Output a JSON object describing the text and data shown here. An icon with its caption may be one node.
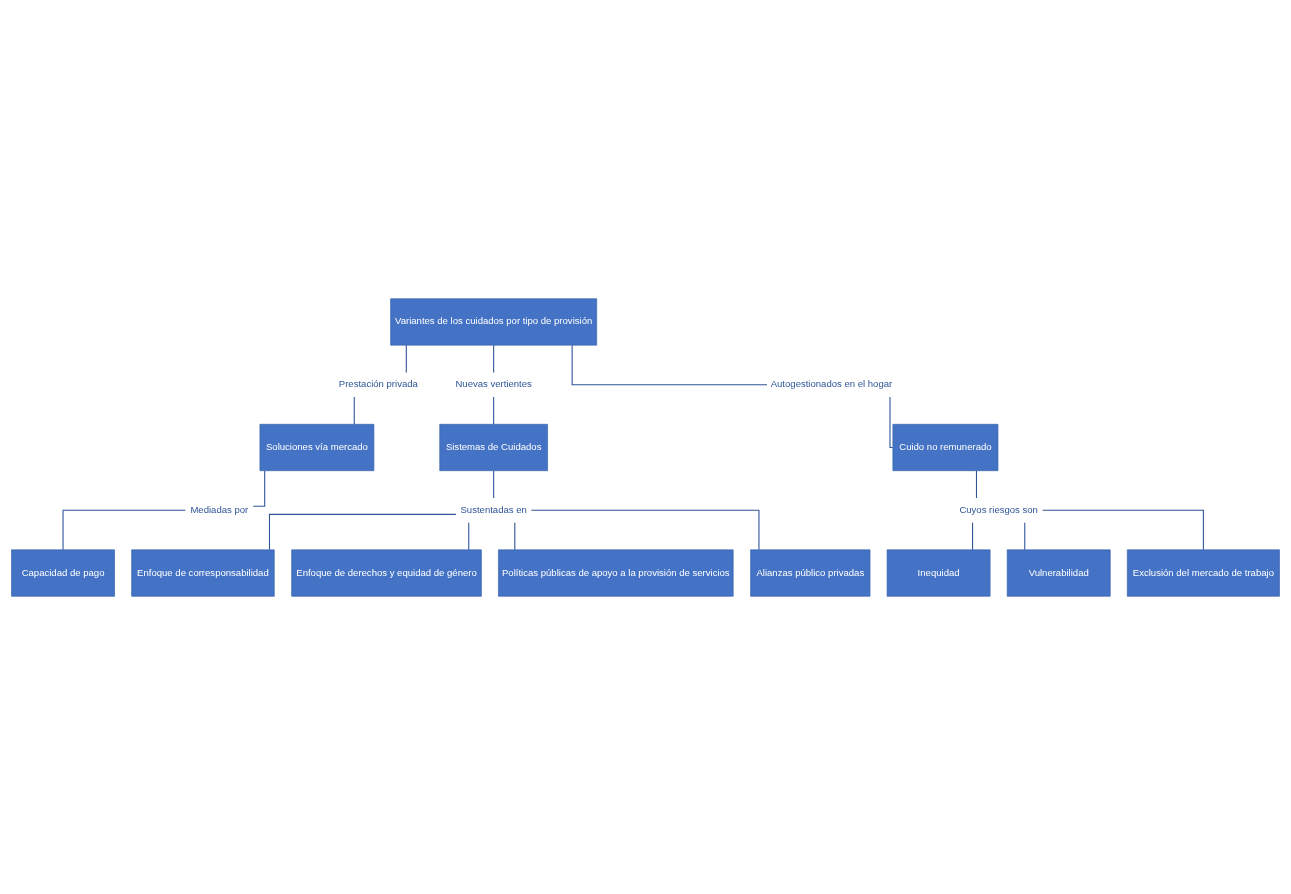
{
  "diagram": {
    "nodes": [
      {
        "text": [
          "Variantes de los cuidados por tipo de provisión"
        ]
      },
      {
        "text": [
          "Prestación privada"
        ]
      },
      {
        "text": [
          "Nuevas vertientes"
        ]
      },
      {
        "text": [
          "Autogestionados en el hogar"
        ]
      },
      {
        "text": [
          "Soluciones vía mercado"
        ]
      },
      {
        "text": [
          "Sistemas de Cuidados"
        ]
      },
      {
        "text": [
          "Cuido no remunerado"
        ]
      },
      {
        "text": [
          "Mediadas por"
        ]
      },
      {
        "text": [
          "Sustentadas en"
        ]
      },
      {
        "text": [
          "Cuyos riesgos son"
        ]
      },
      {
        "text": [
          "Capacidad de pago"
        ]
      },
      {
        "text": [
          "Enfoque de corresponsabilidad"
        ]
      },
      {
        "text": [
          "Enfoque de derechos y equidad de género"
        ]
      },
      {
        "text": [
          "Inequidad"
        ]
      },
      {
        "text": [
          "Vulnerabilidad"
        ]
      },
      {
        "text": [
          "Políticas públicas de apoyo a la provisión de servicios"
        ]
      },
      {
        "text": [
          "Alianzas público privadas"
        ]
      },
      {
        "text": [
          "Exclusión del mercado de trabajo"
        ]
      }
    ],
    "edges": [
      {
        "from": 0,
        "to": 1,
        "arrow": "none"
      },
      {
        "from": 0,
        "to": 2,
        "arrow": "none"
      },
      {
        "from": 0,
        "to": 3,
        "arrow": "none"
      },
      {
        "from": 1,
        "to": 4,
        "arrow": "none"
      },
      {
        "from": 2,
        "to": 5,
        "arrow": "none"
      },
      {
        "from": 3,
        "to": 6,
        "arrow": "none"
      },
      {
        "from": 4,
        "to": 7,
        "arrow": "none"
      },
      {
        "from": 5,
        "to": 8,
        "arrow": "none"
      },
      {
        "from": 6,
        "to": 9,
        "arrow": "none"
      },
      {
        "from": 7,
        "to": 10,
        "arrow": "none"
      },
      {
        "from": 8,
        "to": 11,
        "arrow": "none"
      },
      {
        "from": 8,
        "to": 12,
        "arrow": "none"
      },
      {
        "from": 8,
        "to": 15,
        "arrow": "none"
      },
      {
        "from": 8,
        "to": 16,
        "arrow": "none"
      },
      {
        "from": 9,
        "to": 13,
        "arrow": "none"
      },
      {
        "from": 9,
        "to": 14,
        "arrow": "none"
      },
      {
        "from": 9,
        "to": 17,
        "arrow": "none"
      }
    ]
  }
}
